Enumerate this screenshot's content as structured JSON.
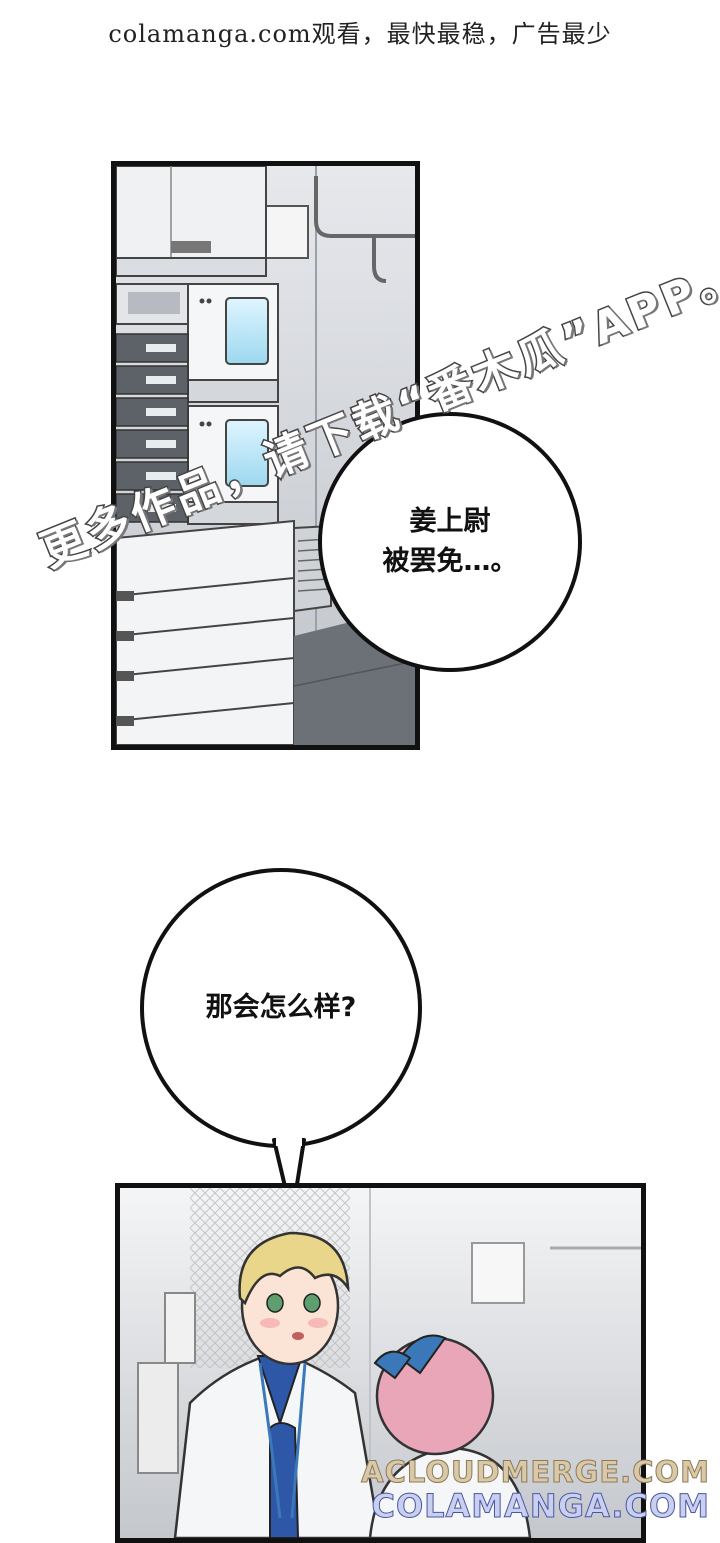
{
  "banner": {
    "text": "colamanga.com观看，最快最稳，广告最少"
  },
  "bubbles": [
    {
      "lines": [
        "姜上尉",
        "被罢免…。"
      ]
    },
    {
      "lines": [
        "那会怎么样?"
      ]
    }
  ],
  "watermark": {
    "text": "更多作品，请下载“番木瓜”APP。"
  },
  "corner_watermarks": {
    "line1": "ACLOUDMERGE.COM",
    "line2": "COLAMANGA.COM"
  },
  "colors": {
    "ink": "#111111",
    "lab_gray": "#c9ccd1",
    "hair": "#e9d68a",
    "pink_hair": "#e8a6b8",
    "bow": "#3b78b9",
    "shirt": "#2f57a8"
  }
}
